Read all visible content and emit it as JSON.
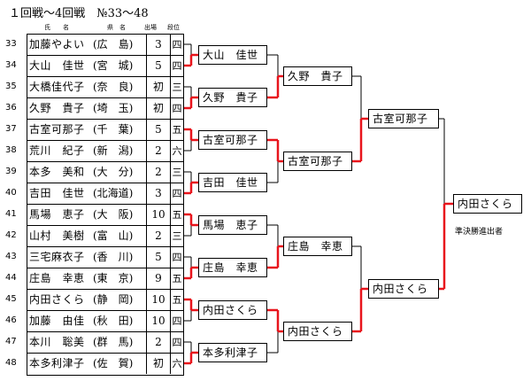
{
  "title": "１回戦～4回戦　№33～48",
  "headers": {
    "name": "氏　　名",
    "pref": "県　名",
    "entries": "出場",
    "rank": "段位"
  },
  "players": [
    {
      "no": "33",
      "name": "加藤やよい",
      "pref": "(広　島)",
      "entries": "3",
      "rank": "四"
    },
    {
      "no": "34",
      "name": "大山　佳世",
      "pref": "(宮　城)",
      "entries": "5",
      "rank": "四"
    },
    {
      "no": "35",
      "name": "大橋佳代子",
      "pref": "(奈　良)",
      "entries": "初",
      "rank": "三"
    },
    {
      "no": "36",
      "name": "久野　貴子",
      "pref": "(埼　玉)",
      "entries": "初",
      "rank": "四"
    },
    {
      "no": "37",
      "name": "古室可那子",
      "pref": "(千　葉)",
      "entries": "5",
      "rank": "五"
    },
    {
      "no": "38",
      "name": "荒川　紀子",
      "pref": "(新　潟)",
      "entries": "2",
      "rank": "六"
    },
    {
      "no": "39",
      "name": "本多　美和",
      "pref": "(大　分)",
      "entries": "2",
      "rank": "三"
    },
    {
      "no": "40",
      "name": "吉田　佳世",
      "pref": "(北海道)",
      "entries": "3",
      "rank": "四"
    },
    {
      "no": "41",
      "name": "馬場　恵子",
      "pref": "(大　阪)",
      "entries": "10",
      "rank": "五"
    },
    {
      "no": "42",
      "name": "山村　美樹",
      "pref": "(富　山)",
      "entries": "2",
      "rank": "三"
    },
    {
      "no": "43",
      "name": "三宅麻衣子",
      "pref": "(香　川)",
      "entries": "5",
      "rank": "四"
    },
    {
      "no": "44",
      "name": "庄島　幸恵",
      "pref": "(東　京)",
      "entries": "9",
      "rank": "五"
    },
    {
      "no": "45",
      "name": "内田さくら",
      "pref": "(静　岡)",
      "entries": "10",
      "rank": "五"
    },
    {
      "no": "46",
      "name": "加藤　由佳",
      "pref": "(秋　田)",
      "entries": "10",
      "rank": "四"
    },
    {
      "no": "47",
      "name": "本川　聡美",
      "pref": "(群　馬)",
      "entries": "2",
      "rank": "四"
    },
    {
      "no": "48",
      "name": "本多利津子",
      "pref": "(佐　賀)",
      "entries": "初",
      "rank": "六"
    }
  ],
  "round2": [
    "大山　佳世",
    "久野　貴子",
    "古室可那子",
    "吉田　佳世",
    "馬場　恵子",
    "庄島　幸恵",
    "内田さくら",
    "本多利津子"
  ],
  "round3": [
    "久野　貴子",
    "古室可那子",
    "庄島　幸恵",
    "内田さくら"
  ],
  "round4": [
    "古室可那子",
    "内田さくら"
  ],
  "champion": "内田さくら",
  "note": "準決勝進出者",
  "colors": {
    "win": "#e8141c",
    "line": "#000000"
  }
}
